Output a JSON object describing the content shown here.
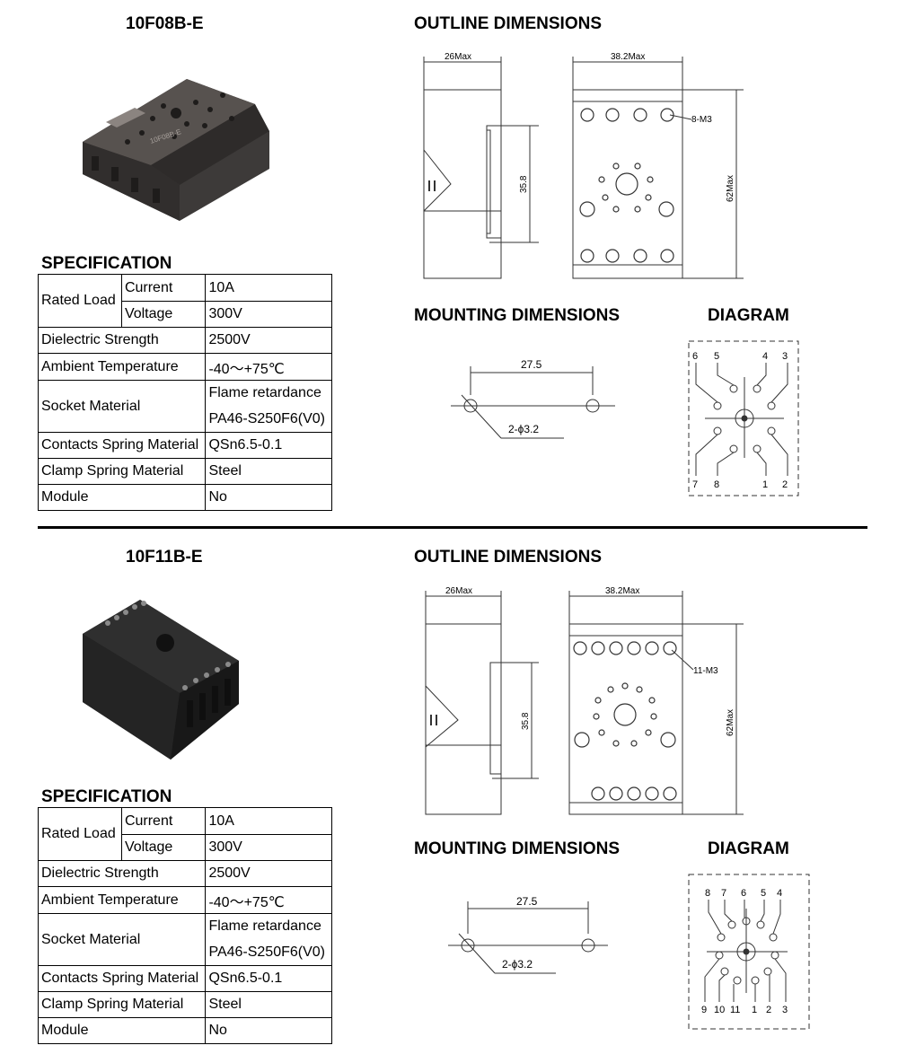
{
  "sections": [
    {
      "model": "10F08B-E",
      "socket_label": "10F08B-E",
      "spec_heading": "SPECIFICATION",
      "outline_heading": "OUTLINE DIMENSIONS",
      "mounting_heading": "MOUNTING DIMENSIONS",
      "diagram_heading": "DIAGRAM",
      "spec": {
        "rated_load": "Rated Load",
        "current_label": "Current",
        "current_value": "10A",
        "voltage_label": "Voltage",
        "voltage_value": "300V",
        "dielectric_label": "Dielectric Strength",
        "dielectric_value": "2500V",
        "ambient_label": "Ambient Temperature",
        "ambient_value": "-40～+75℃",
        "socket_material_label": "Socket Material",
        "socket_material_value_1": "Flame retardance",
        "socket_material_value_2": "PA46-S250F6(V0)",
        "contacts_label": "Contacts Spring Material",
        "contacts_value": "QSn6.5-0.1",
        "clamp_label": "Clamp Spring Material",
        "clamp_value": "Steel",
        "module_label": "Module",
        "module_value": "No"
      },
      "outline": {
        "side_width": "26Max",
        "front_width": "38.2Max",
        "height_inner": "35.8",
        "height_total": "62Max",
        "screws": "8-M3"
      },
      "mounting": {
        "spacing": "27.5",
        "holes": "2-ϕ3.2"
      },
      "diagram_pins_top": [
        "6",
        "5",
        "4",
        "3"
      ],
      "diagram_pins_bottom": [
        "7",
        "8",
        "1",
        "2"
      ]
    },
    {
      "model": "10F11B-E",
      "spec_heading": "SPECIFICATION",
      "outline_heading": "OUTLINE DIMENSIONS",
      "mounting_heading": "MOUNTING DIMENSIONS",
      "diagram_heading": "DIAGRAM",
      "spec": {
        "rated_load": "Rated Load",
        "current_label": "Current",
        "current_value": "10A",
        "voltage_label": "Voltage",
        "voltage_value": "300V",
        "dielectric_label": "Dielectric Strength",
        "dielectric_value": "2500V",
        "ambient_label": "Ambient Temperature",
        "ambient_value": "-40～+75℃",
        "socket_material_label": "Socket Material",
        "socket_material_value_1": "Flame retardance",
        "socket_material_value_2": "PA46-S250F6(V0)",
        "contacts_label": "Contacts Spring Material",
        "contacts_value": "QSn6.5-0.1",
        "clamp_label": "Clamp Spring Material",
        "clamp_value": "Steel",
        "module_label": "Module",
        "module_value": "No"
      },
      "outline": {
        "side_width": "26Max",
        "front_width": "38.2Max",
        "height_inner": "35.8",
        "height_total": "62Max",
        "screws": "11-M3"
      },
      "mounting": {
        "spacing": "27.5",
        "holes": "2-ϕ3.2"
      },
      "diagram_pins_top": [
        "8",
        "7",
        "6",
        "5",
        "4"
      ],
      "diagram_pins_bottom": [
        "9",
        "10",
        "11",
        "1",
        "2",
        "3"
      ]
    }
  ]
}
